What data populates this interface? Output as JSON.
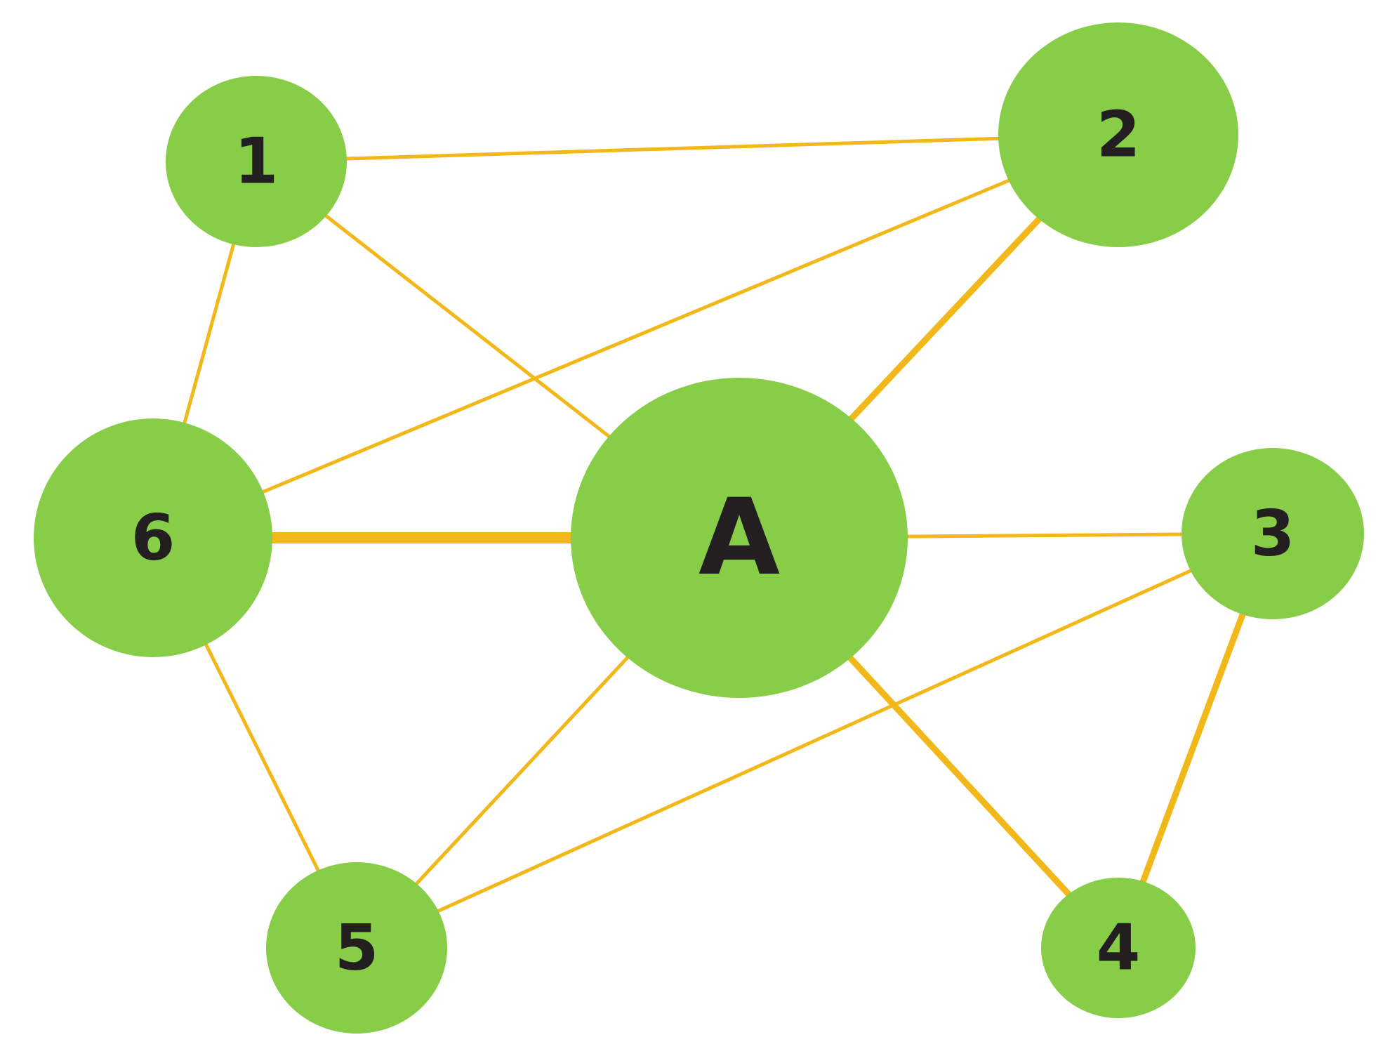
{
  "colors": {
    "node_fill": "#87cd47",
    "edge_stroke": "#f2b719",
    "label_text": "#231f20",
    "background": "#ffffff"
  },
  "nodes": [
    {
      "id": "A",
      "label": "A"
    },
    {
      "id": "1",
      "label": "1"
    },
    {
      "id": "2",
      "label": "2"
    },
    {
      "id": "3",
      "label": "3"
    },
    {
      "id": "4",
      "label": "4"
    },
    {
      "id": "5",
      "label": "5"
    },
    {
      "id": "6",
      "label": "6"
    }
  ],
  "edges": [
    {
      "from": "1",
      "to": "2",
      "weight": "thin"
    },
    {
      "from": "1",
      "to": "A",
      "weight": "thin"
    },
    {
      "from": "1",
      "to": "6",
      "weight": "thin"
    },
    {
      "from": "2",
      "to": "6",
      "weight": "thin"
    },
    {
      "from": "2",
      "to": "A",
      "weight": "medium"
    },
    {
      "from": "6",
      "to": "A",
      "weight": "thick"
    },
    {
      "from": "A",
      "to": "3",
      "weight": "thin"
    },
    {
      "from": "6",
      "to": "5",
      "weight": "thin"
    },
    {
      "from": "A",
      "to": "5",
      "weight": "thin"
    },
    {
      "from": "3",
      "to": "5",
      "weight": "thin"
    },
    {
      "from": "A",
      "to": "4",
      "weight": "medium"
    },
    {
      "from": "3",
      "to": "4",
      "weight": "medium"
    }
  ]
}
